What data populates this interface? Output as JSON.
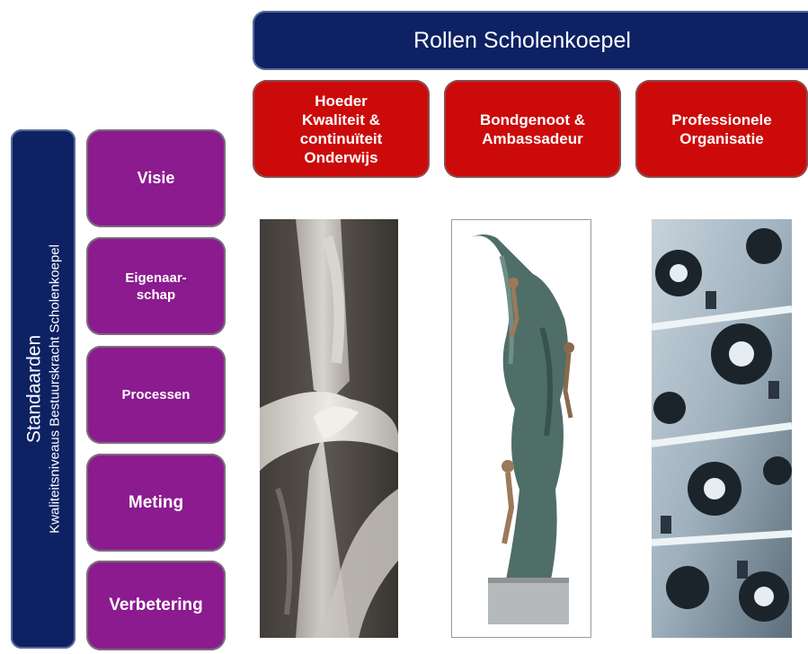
{
  "header": {
    "title": "Rollen Scholenkoepel"
  },
  "roles": [
    {
      "label": "Hoeder\nKwaliteit &\ncontinuïteit\nOnderwijs"
    },
    {
      "label": "Bondgenoot &\nAmbassadeur"
    },
    {
      "label": "Professionele\nOrganisatie"
    }
  ],
  "sidebar": {
    "title": "Standaarden",
    "subtitle": "Kwaliteitsniveaus Bestuurskracht Scholenkoepel"
  },
  "standards": [
    {
      "label": "Visie"
    },
    {
      "label": "Eigenaar-\nschap"
    },
    {
      "label": "Processen"
    },
    {
      "label": "Meting"
    },
    {
      "label": "Verbetering"
    }
  ],
  "photos": [
    {
      "icon": "joined-hands-photo"
    },
    {
      "icon": "climbing-figures-sculpture-photo"
    },
    {
      "icon": "gears-photo"
    }
  ],
  "colors": {
    "navy": "#0d2163",
    "red": "#cc0a0a",
    "purple": "#8b1b8f"
  }
}
